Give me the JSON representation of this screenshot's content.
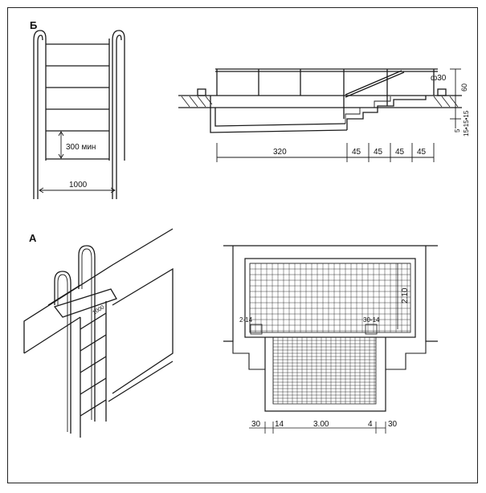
{
  "figure": {
    "section_b": {
      "letter": "Б",
      "step_spacing": "300 мин",
      "width_dim": "1000",
      "pool_length": "320",
      "step_1": "45",
      "step_2": "45",
      "step_3": "45",
      "step_4": "45",
      "rail_diameter": "ф30",
      "height_60": "60",
      "small_5": "5",
      "riser_dims": "15•15•15"
    },
    "section_a": {
      "letter": "А",
      "ladder_tag": "1000",
      "plan_height": "2.10",
      "plan_label_left": "2-14",
      "plan_label_right": "30-14",
      "bottom_30_left": "30",
      "bottom_14_left": "14",
      "bottom_width": "3.00",
      "bottom_14_right": "4",
      "bottom_30_right": "30"
    }
  }
}
